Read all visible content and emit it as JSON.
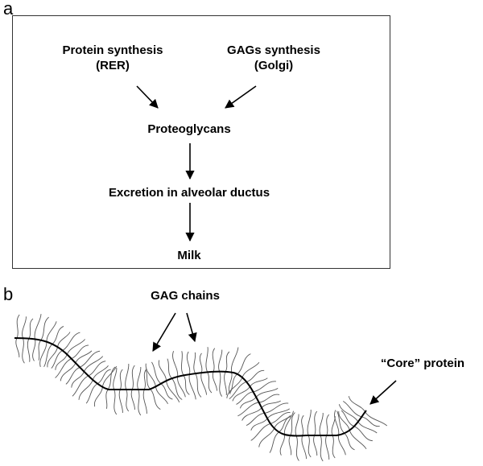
{
  "panel_a": {
    "letter": "a",
    "nodes": {
      "protein_synthesis": {
        "line1": "Protein synthesis",
        "line2": "(RER)"
      },
      "gags_synthesis": {
        "line1": "GAGs synthesis",
        "line2": "(Golgi)"
      },
      "proteoglycans": "Proteoglycans",
      "excretion": "Excretion in alveolar ductus",
      "milk": "Milk"
    }
  },
  "panel_b": {
    "letter": "b",
    "gag_chains_label": "GAG chains",
    "core_protein_label": "“Core” protein"
  }
}
